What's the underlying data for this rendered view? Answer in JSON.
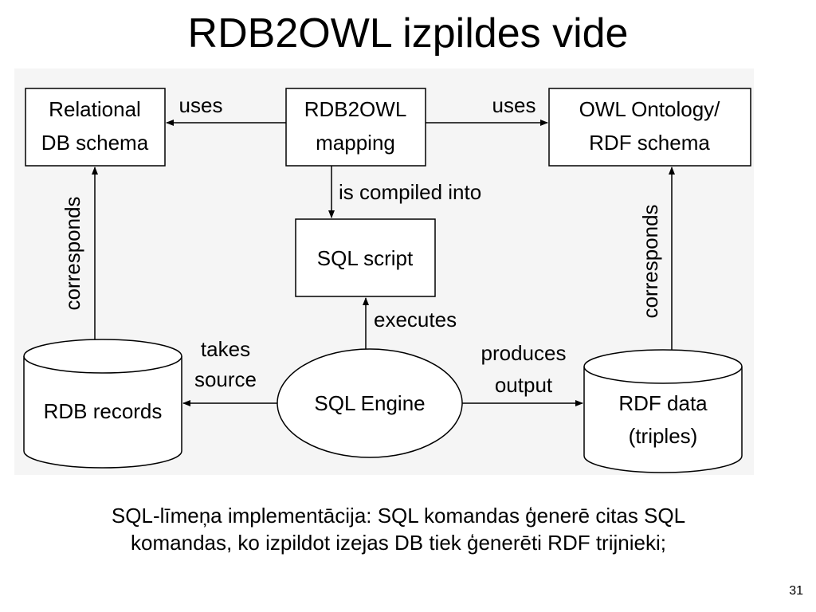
{
  "slide": {
    "title": "RDB2OWL izpildes vide",
    "caption_line1": "SQL-līmeņa implementācija: SQL komandas ģenerē citas SQL",
    "caption_line2": "komandas, ko izpildot izejas DB tiek ģenerēti RDF trijnieki;",
    "page_number": "31"
  },
  "diagram": {
    "nodes": {
      "relational_schema": [
        "Relational",
        "DB schema"
      ],
      "mapping": [
        "RDB2OWL",
        "mapping"
      ],
      "owl_ontology": [
        "OWL Ontology/",
        "RDF schema"
      ],
      "sql_script": [
        "SQL script"
      ],
      "rdb_records": [
        "RDB records"
      ],
      "sql_engine": [
        "SQL Engine"
      ],
      "rdf_data": [
        "RDF data",
        "(triples)"
      ]
    },
    "edges": {
      "uses_left": "uses",
      "uses_right": "uses",
      "compiled": "is compiled into",
      "executes": "executes",
      "takes_source": [
        "takes",
        "source"
      ],
      "produces_output": [
        "produces",
        "output"
      ],
      "corresponds_left": "corresponds",
      "corresponds_right": "corresponds"
    }
  }
}
